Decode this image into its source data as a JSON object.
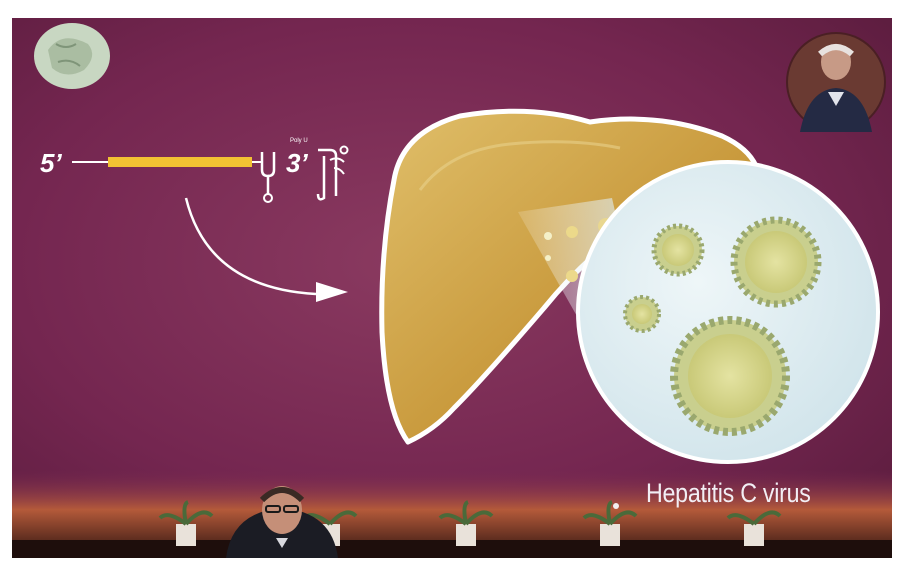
{
  "scene": {
    "caption": "Hepatitis C virus",
    "five_prime": "5’",
    "three_prime": "3’",
    "poly_label": "Poly U",
    "colors": {
      "background": "#7a2a52",
      "liver": "#d2a84a",
      "genome_bar": "#f2c233",
      "magnifier": "#dfeef3",
      "stage_floor": "#2a120f"
    },
    "icons": [
      "rna-genome-icon",
      "arrow-icon",
      "liver-icon",
      "virus-icon",
      "portrait-icon"
    ]
  }
}
